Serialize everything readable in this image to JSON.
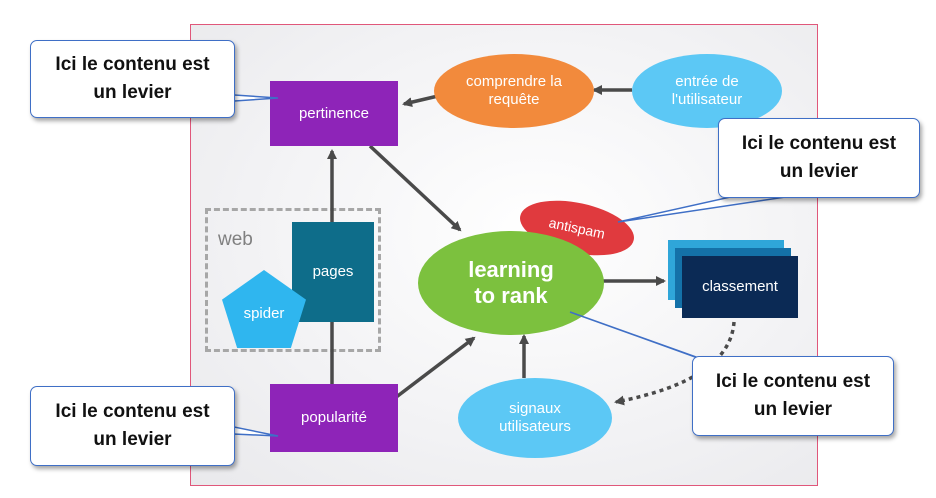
{
  "web_label": "web",
  "nodes": {
    "pertinence": "pertinence",
    "popularite": "popularité",
    "pages": "pages",
    "spider": "spider",
    "comprendre": [
      "comprendre la",
      "requête"
    ],
    "entree": [
      "entrée de",
      "l'utilisateur"
    ],
    "antispam": "antispam",
    "learning": [
      "learning",
      "to rank"
    ],
    "classement": "classement",
    "signaux": [
      "signaux",
      "utilisateurs"
    ]
  },
  "callouts": {
    "top_left": [
      "Ici le contenu est",
      "un levier"
    ],
    "top_right": [
      "Ici le contenu est",
      "un levier"
    ],
    "bottom_left": [
      "Ici le contenu est",
      "un levier"
    ],
    "bottom_right": [
      "Ici le contenu est",
      "un levier"
    ]
  },
  "colors": {
    "purple": "#8e24b8",
    "teal": "#0e6d8a",
    "cyan": "#2fb6ef",
    "light_blue": "#5cc8f5",
    "orange": "#f28a3c",
    "green": "#7cc13e",
    "red": "#e03a3e",
    "navy": "#0b2a55",
    "arrow": "#4a4a4a",
    "callout_border": "#3f6fc6"
  }
}
